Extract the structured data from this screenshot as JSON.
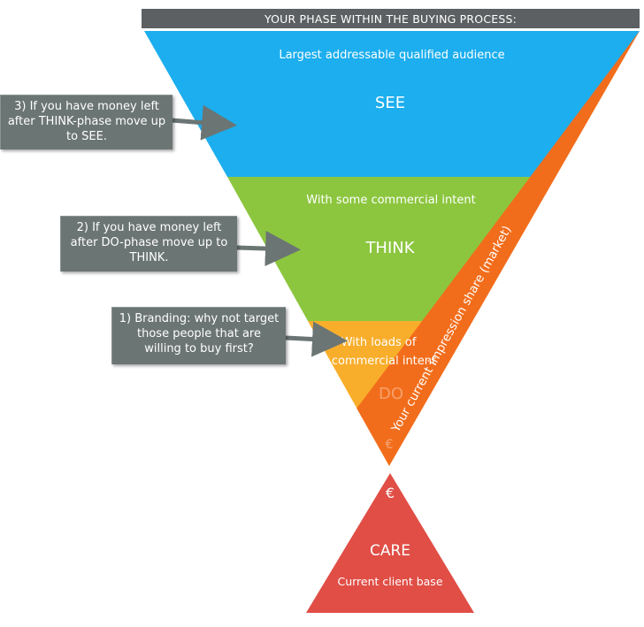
{
  "header": {
    "title": "YOUR PHASE WITHIN THE BUYING PROCESS:"
  },
  "see": {
    "subtitle": "Largest addressable qualified audience",
    "label": "SEE",
    "color": "#1caeee"
  },
  "think": {
    "subtitle": "With some commercial intent",
    "label": "THINK",
    "color": "#8cc63f"
  },
  "do": {
    "subtitle_line1": "With loads of",
    "subtitle_line2": "commercial intent",
    "label": "DO",
    "color": "#f8ae2b"
  },
  "market_share": {
    "label": "Your current impression share (market)",
    "color": "#f26d1b"
  },
  "euro_top": "€",
  "euro_bottom": "€",
  "care": {
    "label": "CARE",
    "subtitle": "Current client base",
    "color": "#e04e46"
  },
  "callouts": [
    {
      "line1": "3) If you have money left",
      "line2": "after THINK-phase move up",
      "line3": "to SEE."
    },
    {
      "line1": "2) If you have money left",
      "line2": "after DO-phase move up to",
      "line3": "THINK."
    },
    {
      "line1": "1) Branding: why not target",
      "line2": "those people that are",
      "line3": "willing to buy first?"
    }
  ]
}
